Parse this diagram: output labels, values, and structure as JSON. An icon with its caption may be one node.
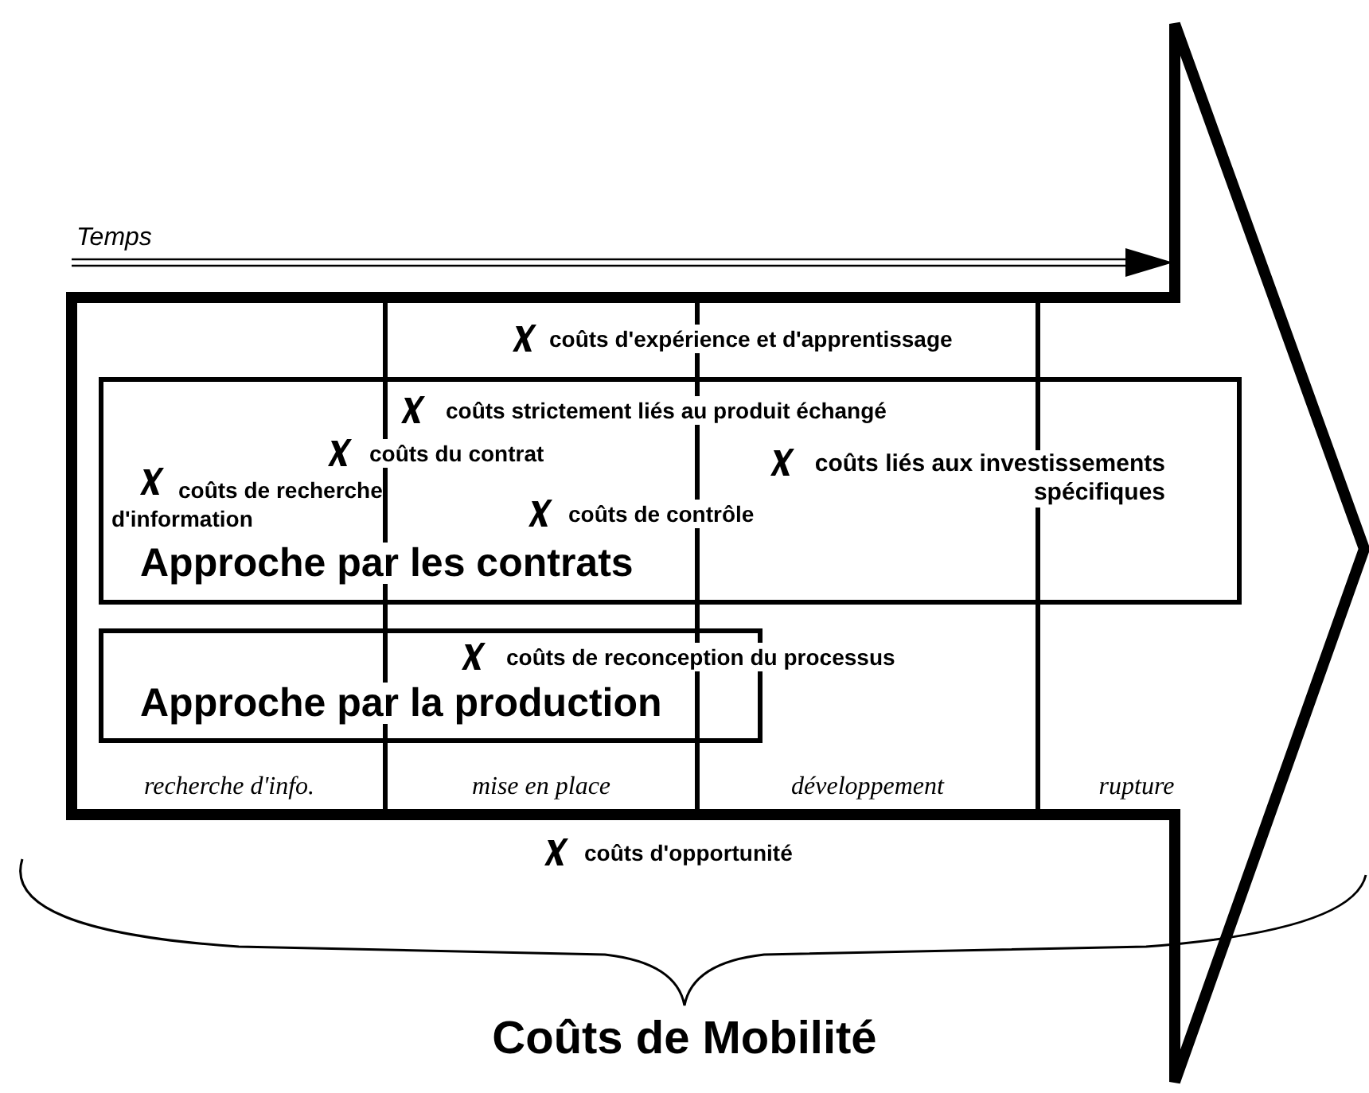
{
  "diagram": {
    "title": "Coûts de Mobilité",
    "nodes": [
      {
        "text": [],
        "shape": "arrow"
      },
      {
        "text": [
          "recherche d'info."
        ],
        "in": 0
      },
      {
        "text": [
          "mise en place"
        ],
        "in": 0
      },
      {
        "text": [
          "développement"
        ],
        "in": 0
      },
      {
        "text": [
          "rupture"
        ],
        "in": 0
      },
      {
        "text": [
          "Approche par les contrats"
        ],
        "in": 0
      },
      {
        "text": [
          "Approche par la production"
        ],
        "in": 0
      }
    ],
    "edges": [],
    "labels": [
      "Temps",
      "coûts d'expérience et d'apprentissage",
      "coûts strictement liés au produit échangé",
      "coûts du contrat",
      "coûts de recherche d'information",
      "coûts liés aux investissements spécifiques",
      "coûts de contrôle",
      "coûts de reconception du processus",
      "coûts d'opportunité"
    ]
  }
}
